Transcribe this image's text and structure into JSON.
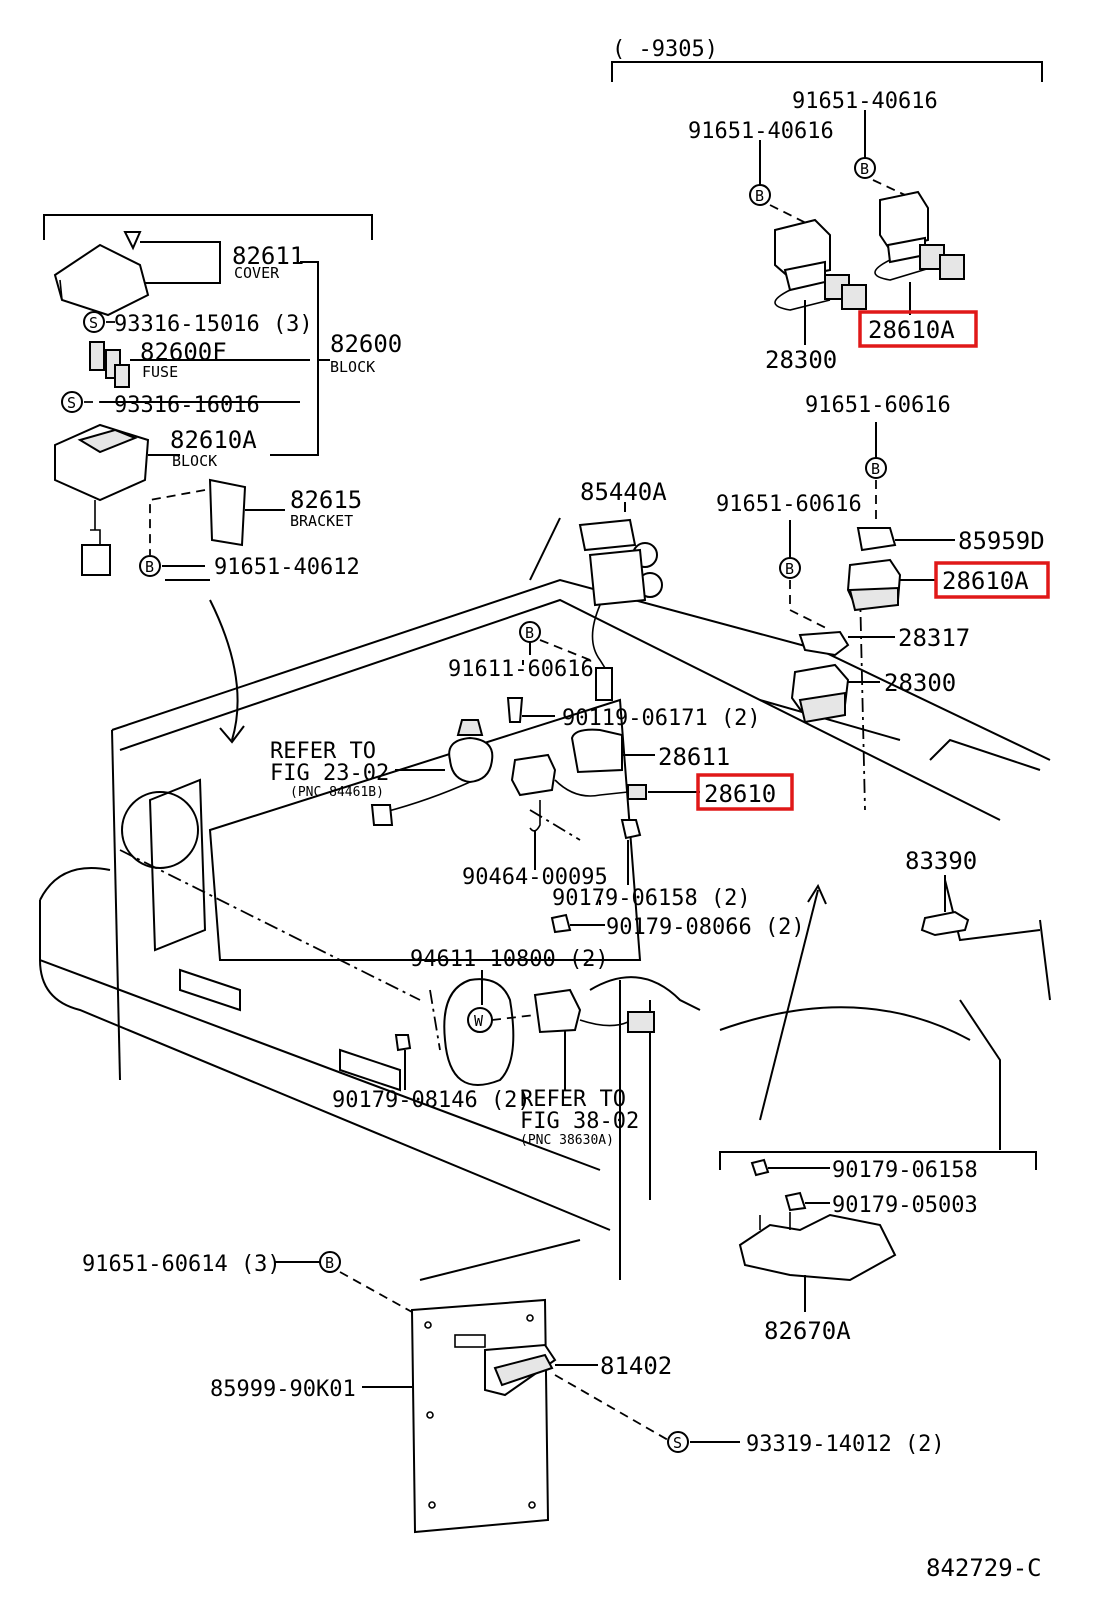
{
  "header_range": "(        -9305)",
  "diagram_code": "842729-C",
  "highlight_color": "#e01818",
  "callouts": {
    "c82611": "82611",
    "cover": "COVER",
    "s93316_15016": "93316-15016 (3)",
    "c82600": "82600",
    "block_top": "BLOCK",
    "c82600F": "82600F",
    "fuse": "FUSE",
    "s93316_16016": "93316-16016",
    "c82610A": "82610A",
    "block_low": "BLOCK",
    "c82615": "82615",
    "bracket": "BRACKET",
    "b91651_40612": "91651-40612",
    "b91651_40616_a": "91651-40616",
    "b91651_40616_b": "91651-40616",
    "c28610A_top": "28610A",
    "c28300_top": "28300",
    "b91651_60616_a": "91651-60616",
    "b91651_60616_b": "91651-60616",
    "c85959D": "85959D",
    "c28610A_mid": "28610A",
    "c28317": "28317",
    "c28300_mid": "28300",
    "c85440A": "85440A",
    "b91611_60616": "91611-60616",
    "b90119_06171": "90119-06171 (2)",
    "refer1_a": "REFER TO",
    "refer1_b": "FIG 23-02",
    "refer1_pnc": "(PNC 84461B)",
    "c28611": "28611",
    "c28610": "28610",
    "c90464_00095": "90464-00095",
    "c90179_06158_a": "90179-06158 (2)",
    "c90179_08066": "90179-08066 (2)",
    "c83390": "83390",
    "c94611_10800": "94611-10800 (2)",
    "c90179_08146": "90179-08146 (2)",
    "refer2_a": "REFER TO",
    "refer2_b": "FIG 38-02",
    "refer2_pnc": "(PNC 38630A)",
    "c90179_06158_b": "90179-06158",
    "c90179_05003": "90179-05003",
    "c82670A": "82670A",
    "b91651_60614": "91651-60614 (3)",
    "c85999_90K01": "85999-90K01",
    "c81402": "81402",
    "s93319_14012": "93319-14012 (2)"
  },
  "symbols": {
    "bolt": "B",
    "screw": "S",
    "washer": "W"
  }
}
